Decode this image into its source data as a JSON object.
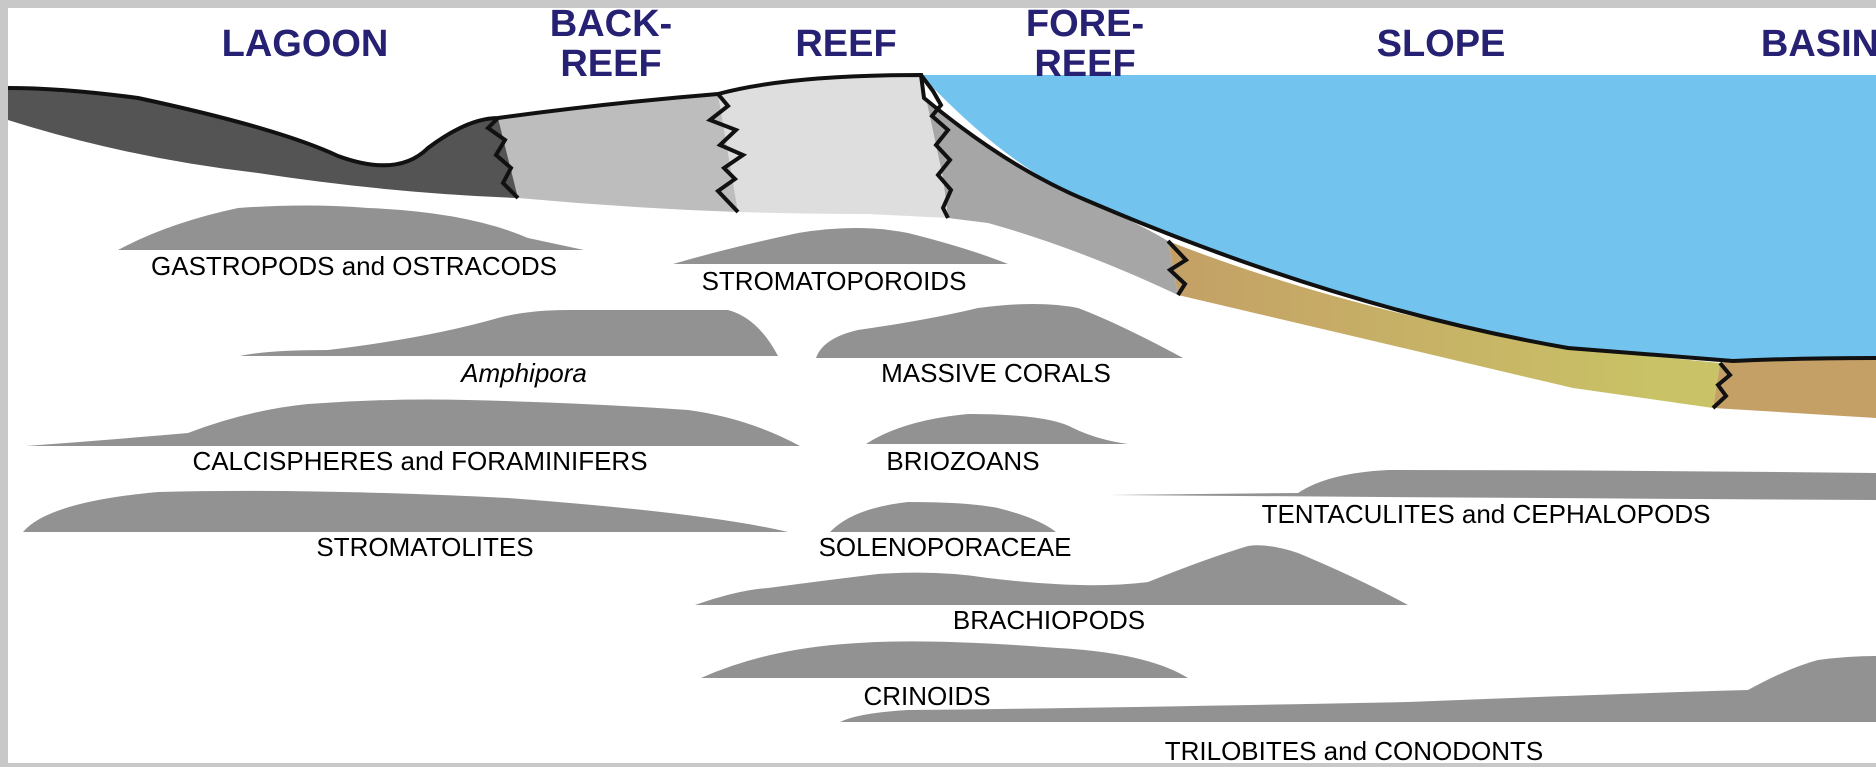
{
  "zones": [
    {
      "id": "lagoon",
      "lines": [
        "LAGOON"
      ]
    },
    {
      "id": "back-reef",
      "lines": [
        "BACK-",
        "REEF"
      ]
    },
    {
      "id": "reef",
      "lines": [
        "REEF"
      ]
    },
    {
      "id": "fore-reef",
      "lines": [
        "FORE-",
        "REEF"
      ]
    },
    {
      "id": "slope",
      "lines": [
        "SLOPE"
      ]
    },
    {
      "id": "basin",
      "lines": [
        "BASIN"
      ]
    }
  ],
  "organisms": [
    {
      "id": "gastropods-ostracods",
      "label": "GASTROPODS and OSTRACODS",
      "italic": false
    },
    {
      "id": "stromatoporoids",
      "label": "STROMATOPOROIDS",
      "italic": false
    },
    {
      "id": "amphipora",
      "label": "Amphipora",
      "italic": true
    },
    {
      "id": "massive-corals",
      "label": "MASSIVE CORALS",
      "italic": false
    },
    {
      "id": "calcispheres-foraminifers",
      "label": "CALCISPHERES and FORAMINIFERS",
      "italic": false
    },
    {
      "id": "briozoans",
      "label": "BRIOZOANS",
      "italic": false
    },
    {
      "id": "stromatolites",
      "label": "STROMATOLITES",
      "italic": false
    },
    {
      "id": "solenoporaceae",
      "label": "SOLENOPORACEAE",
      "italic": false
    },
    {
      "id": "tentaculites-cephalopods",
      "label": "TENTACULITES and CEPHALOPODS",
      "italic": false
    },
    {
      "id": "brachiopods",
      "label": "BRACHIOPODS",
      "italic": false
    },
    {
      "id": "crinoids",
      "label": "CRINOIDS",
      "italic": false
    },
    {
      "id": "trilobites-conodonts",
      "label": "TRILOBITES and CONODONTS",
      "italic": false
    }
  ],
  "colors": {
    "water": "#72C3EE",
    "lagoon_sediment": "#545454",
    "back_reef": "#BDBDBD",
    "reef": "#DEDEDE",
    "fore_reef": "#A6A6A6",
    "slope_top": "#C4A066",
    "slope_bottom": "#C9C266",
    "abundance": "#929292",
    "zone_text": "#262173"
  }
}
